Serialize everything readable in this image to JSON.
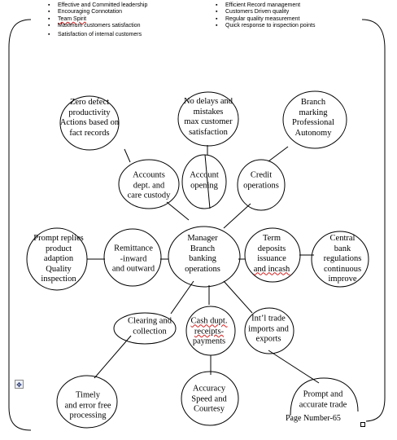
{
  "bullets_left": [
    "Effective and Committed leadership",
    "Encouraging Connotation",
    "Team Spirit",
    "Maximum customers satisfaction",
    "Satisfaction of internal customers"
  ],
  "bullets_right": [
    "Efficient Record management",
    "Customers Driven quality",
    "Regular quality measurement",
    "Quick response to inspection points"
  ],
  "nodes": {
    "center": [
      "Manager",
      "Branch",
      "banking",
      "operations"
    ],
    "accounts": [
      "Accounts",
      "dept. and",
      "care custody"
    ],
    "account_opening": [
      "Account",
      "opening"
    ],
    "credit": [
      "Credit",
      "operations"
    ],
    "remittance": [
      "Remittance",
      "-inward",
      "and outward"
    ],
    "term": [
      "Term",
      "deposits",
      "issuance",
      "and incash"
    ],
    "clearing": [
      "Clearing and",
      "collection"
    ],
    "cash": [
      "Cash dupt.",
      "receipts-",
      "payments"
    ],
    "intl": [
      "Int’l trade",
      "imports and",
      "exports"
    ],
    "zero_defect": [
      "Zero defect",
      "productivity",
      "Actions based on",
      "fact records"
    ],
    "no_delays": [
      "No delays and",
      "mistakes",
      "max customer",
      "satisfaction"
    ],
    "branch_marking": [
      "Branch",
      "marking",
      "Professional",
      "Autonomy"
    ],
    "prompt_replies": [
      "Prompt replies",
      "product",
      "adaption",
      "Quality",
      "inspection"
    ],
    "central_bank": [
      "Central",
      "bank",
      "regulations",
      "continuous",
      "improve"
    ],
    "timely": [
      "Timely",
      "and error free",
      "processing"
    ],
    "accuracy": [
      "Accuracy",
      "Speed and",
      "Courtesy"
    ],
    "prompt_accurate": [
      "Prompt and",
      "accurate trade"
    ]
  },
  "page_number": "Page Number-65",
  "icons": {
    "move_anchor": "move-anchor-icon",
    "resize_handle": "resize-handle-icon"
  }
}
